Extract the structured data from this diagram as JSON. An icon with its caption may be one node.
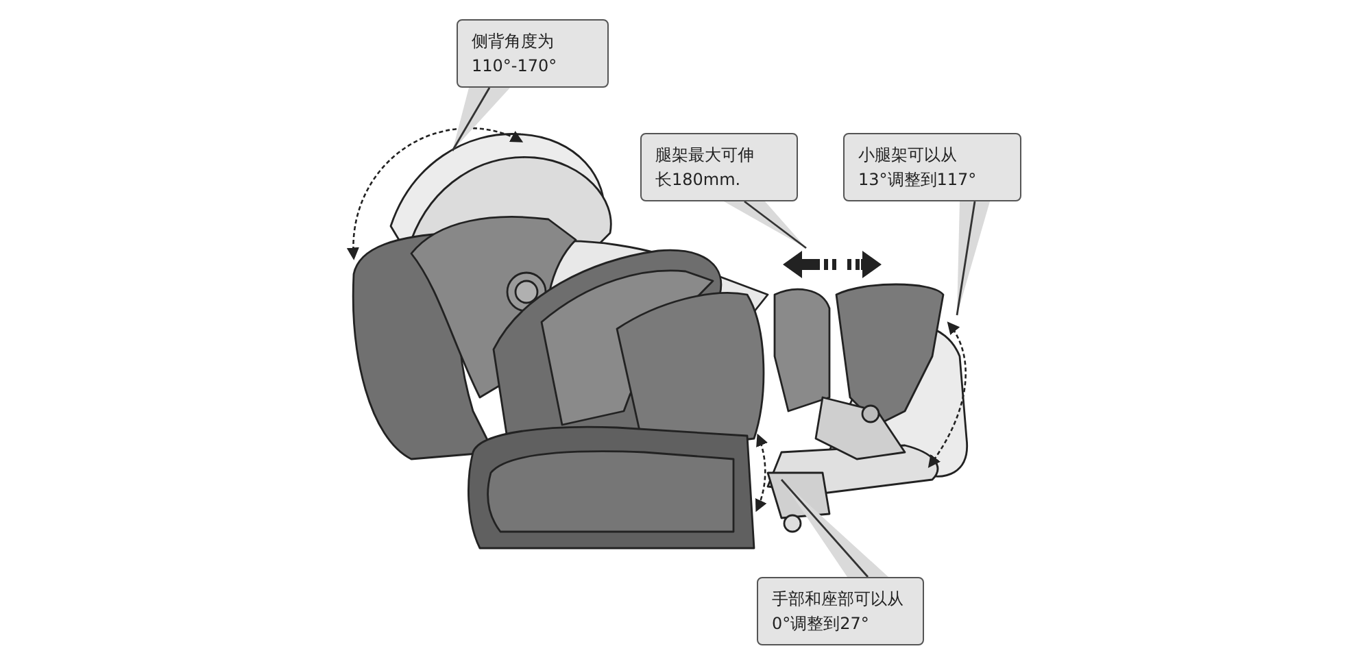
{
  "diagram": {
    "nodes": [
      {
        "text": [
          "侧背角度为110°-170°"
        ]
      },
      {
        "text": [
          "腿架最大可伸长180mm."
        ]
      },
      {
        "text": [
          "小腿架可以从13°调整到117°"
        ]
      },
      {
        "text": [
          "手部和座部可以从0°调整到27°"
        ]
      }
    ],
    "edges": [
      {
        "from": 0,
        "to": null,
        "arrow": "none"
      },
      {
        "from": 1,
        "to": null,
        "arrow": "none"
      },
      {
        "from": 2,
        "to": null,
        "arrow": "none"
      },
      {
        "from": 3,
        "to": null,
        "arrow": "none"
      }
    ]
  }
}
